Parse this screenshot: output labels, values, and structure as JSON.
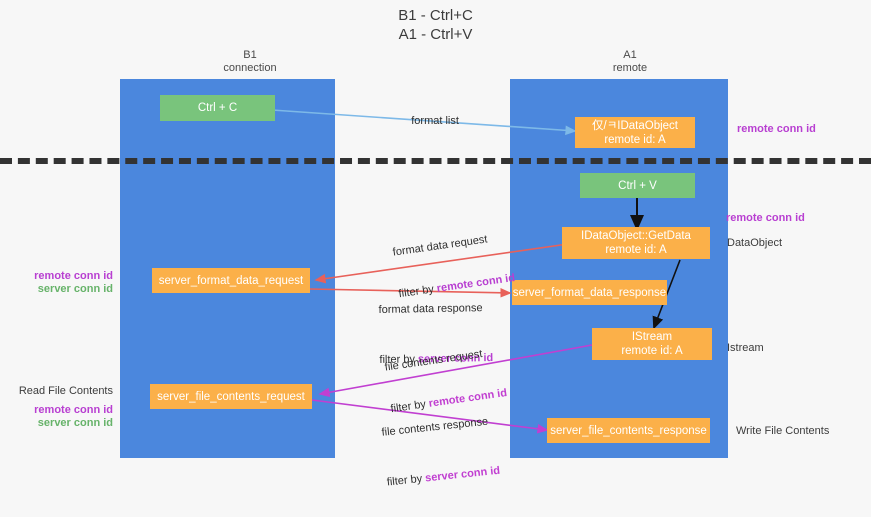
{
  "title": "B1 - Ctrl+C\nA1 - Ctrl+V",
  "columns": [
    {
      "id": "b1",
      "header": "B1\nconnection"
    },
    {
      "id": "a1",
      "header": "A1\nremote"
    }
  ],
  "nodes": [
    {
      "id": "ctrl-c",
      "label": "Ctrl + C",
      "sub": "",
      "color": "#79c47c"
    },
    {
      "id": "idataobject",
      "label": "仅/ㅋIDataObject",
      "sub": "remote id: A",
      "color": "#fbb049"
    },
    {
      "id": "ctrl-v",
      "label": "Ctrl + V",
      "sub": "",
      "color": "#79c47c"
    },
    {
      "id": "idataobject-getdata",
      "label": "IDataObject::GetData",
      "sub": "remote id: A",
      "color": "#fbb049"
    },
    {
      "id": "server-format-data-request",
      "label": "server_format_data_request",
      "sub": "",
      "color": "#fbb049"
    },
    {
      "id": "server-format-data-response",
      "label": "server_format_data_response",
      "sub": "",
      "color": "#fbb049"
    },
    {
      "id": "istream",
      "label": "IStream",
      "sub": "remote id: A",
      "color": "#fbb049"
    },
    {
      "id": "server-file-contents-request",
      "label": "server_file_contents_request",
      "sub": "",
      "color": "#fbb049"
    },
    {
      "id": "server-file-contents-response",
      "label": "server_file_contents_response",
      "sub": "",
      "color": "#fbb049"
    }
  ],
  "edge_labels": [
    {
      "id": "format-list",
      "line1": "format list",
      "line2": "",
      "highlight": ""
    },
    {
      "id": "format-data-request",
      "line1": "format data request",
      "line2": "filter by ",
      "highlight": "remote conn id"
    },
    {
      "id": "format-data-response",
      "line1": "format data response",
      "line2": "filter by ",
      "highlight": "server conn id"
    },
    {
      "id": "file-contents-request",
      "line1": "file contents request",
      "line2": "filter by ",
      "highlight": "remote conn id"
    },
    {
      "id": "file-contents-response",
      "line1": "file contents response",
      "line2": "filter by ",
      "highlight": "server conn id"
    }
  ],
  "annotations": {
    "right": [
      {
        "id": "right-remote-conn-id-1",
        "text": "remote conn id",
        "style": "purple"
      },
      {
        "id": "right-remote-conn-id-2",
        "text": "remote conn id",
        "style": "purple"
      },
      {
        "id": "right-dataobject",
        "text": "DataObject",
        "style": "plain"
      },
      {
        "id": "right-istream",
        "text": "Istream",
        "style": "plain"
      },
      {
        "id": "right-write-file",
        "text": "Write File Contents",
        "style": "plain"
      }
    ],
    "left": [
      {
        "id": "left-remote-conn-id-1",
        "text": "remote conn id",
        "style": "purple"
      },
      {
        "id": "left-server-conn-id-1",
        "text": "server conn id",
        "style": "green"
      },
      {
        "id": "left-read-file",
        "text": "Read File Contents",
        "style": "plain"
      },
      {
        "id": "left-remote-conn-id-2",
        "text": "remote conn id",
        "style": "purple"
      },
      {
        "id": "left-server-conn-id-2",
        "text": "server conn id",
        "style": "green"
      }
    ]
  },
  "colors": {
    "lane": "#4b87dd",
    "node_green": "#79c47c",
    "node_orange": "#fbb049",
    "divider": "#333333",
    "arrow_blue": "#7db9e8",
    "arrow_red": "#e8615a",
    "arrow_magenta": "#c13fd1",
    "arrow_black": "#111111",
    "purple_text": "#b83fd1",
    "green_text": "#67b36a",
    "background": "#f7f7f7"
  }
}
